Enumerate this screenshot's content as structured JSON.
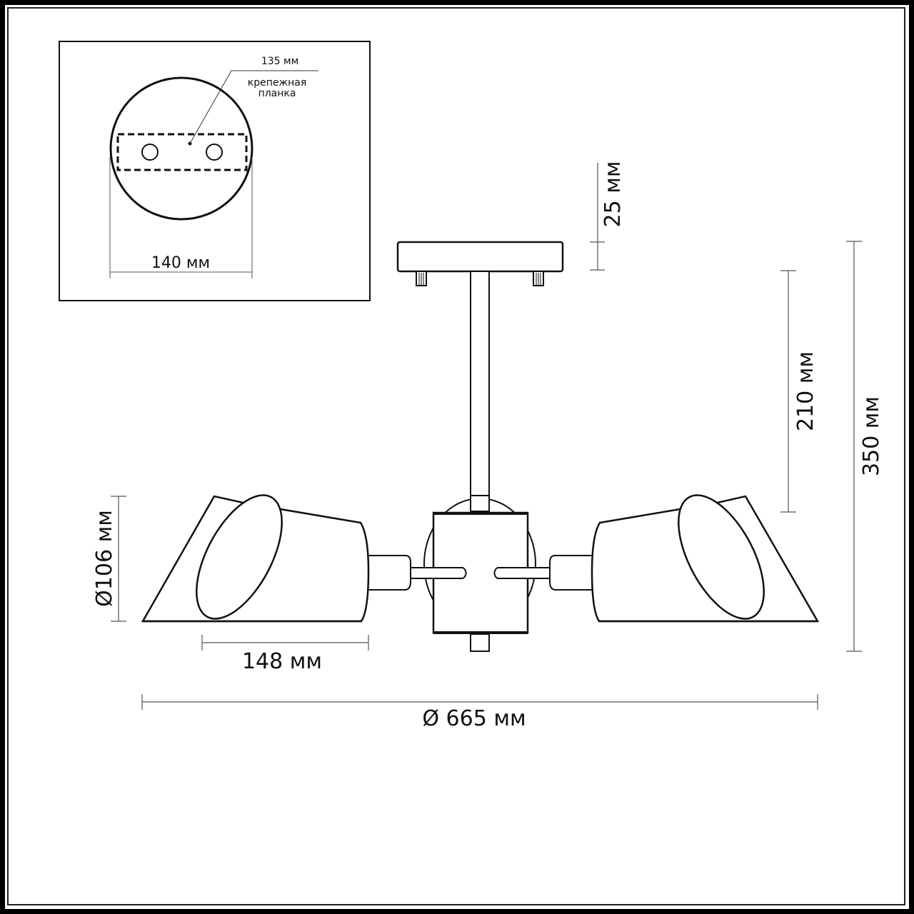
{
  "diagram": {
    "type": "technical dimension drawing",
    "subject": "ceiling lamp with four spotlight shades"
  },
  "inset": {
    "label_bracket_size": "135 мм",
    "label_bracket_line1": "крепежная",
    "label_bracket_line2": "планка",
    "label_canopy_width": "140 мм"
  },
  "dimensions": {
    "canopy_height": "25 мм",
    "rod_length": "210 мм",
    "total_height": "350 мм",
    "shade_diameter": "Ø106 мм",
    "shade_length": "148 мм",
    "total_diameter": "Ø 665 мм"
  },
  "colors": {
    "line": "#111111",
    "dim_line": "#555555",
    "background": "#ffffff"
  }
}
